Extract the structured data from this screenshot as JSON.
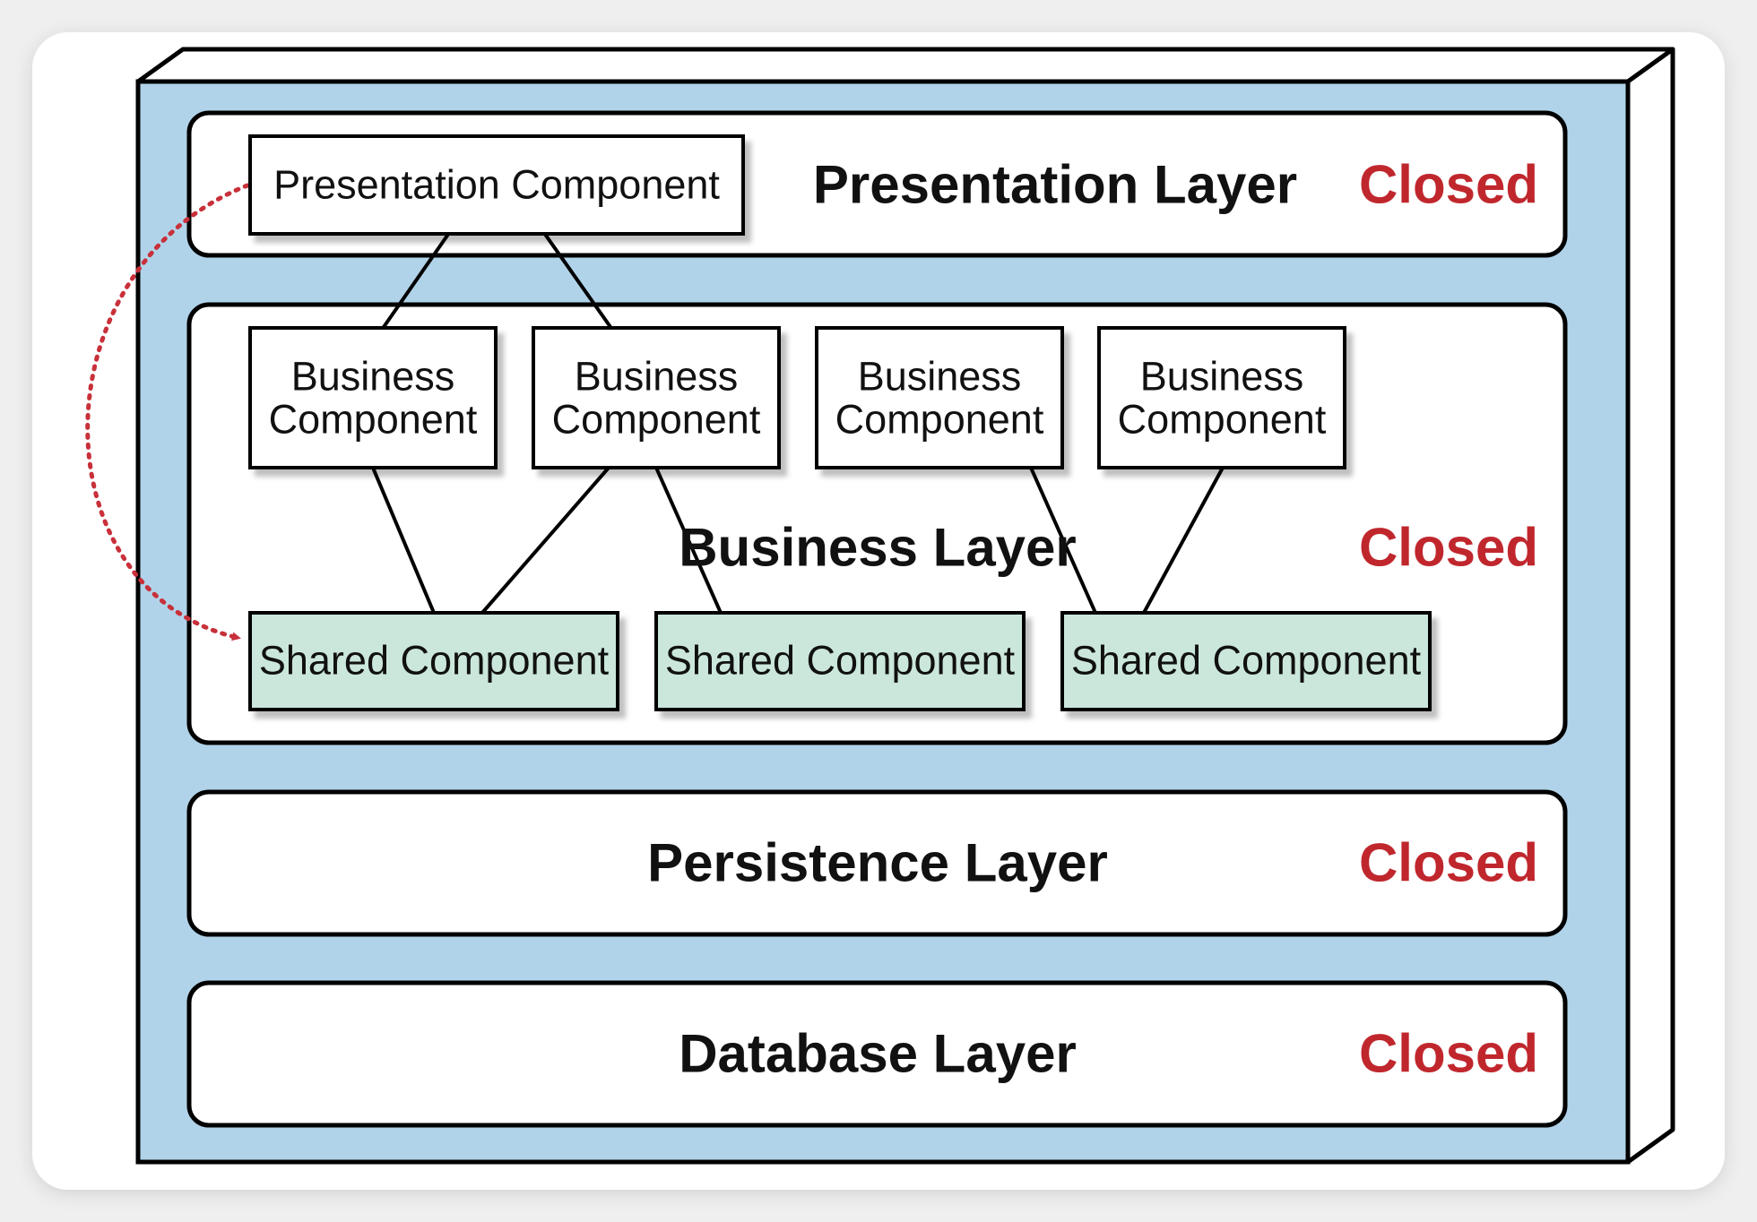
{
  "colors": {
    "container_fill": "#b1d3e9",
    "shared_fill": "#cbe7db",
    "closed_text": "#c0272d",
    "arrow": "#c8303a"
  },
  "layers": {
    "presentation": {
      "label": "Presentation Layer",
      "status": "Closed"
    },
    "business": {
      "label": "Business Layer",
      "status": "Closed"
    },
    "persistence": {
      "label": "Persistence Layer",
      "status": "Closed"
    },
    "database": {
      "label": "Database Layer",
      "status": "Closed"
    }
  },
  "components": {
    "presentation": "Presentation Component",
    "business": [
      {
        "line1": "Business",
        "line2": "Component"
      },
      {
        "line1": "Business",
        "line2": "Component"
      },
      {
        "line1": "Business",
        "line2": "Component"
      },
      {
        "line1": "Business",
        "line2": "Component"
      }
    ],
    "shared": [
      "Shared Component",
      "Shared Component",
      "Shared Component"
    ]
  }
}
